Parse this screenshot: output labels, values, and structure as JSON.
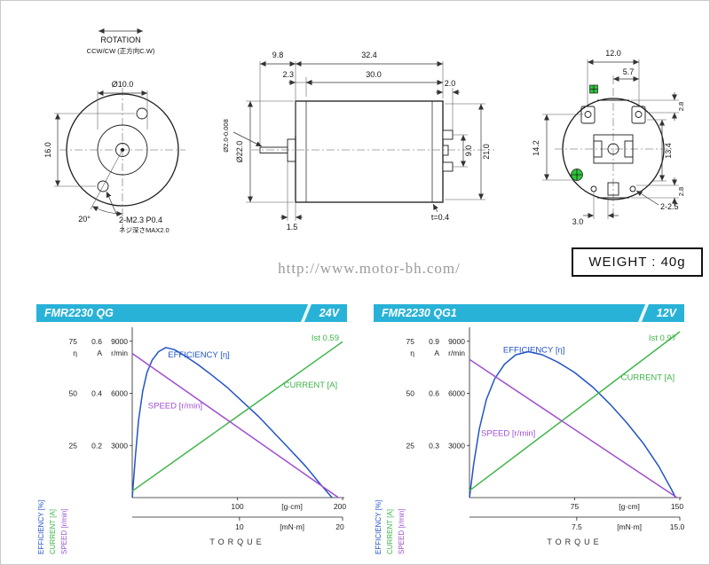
{
  "page": {
    "watermark": "http://www.motor-bh.com/",
    "weight": "WEIGHT : 40g"
  },
  "front_view": {
    "rotation_title": "ROTATION",
    "rotation_sub": "CCW/CW (正方向C.W)",
    "dia_boss": "Ø10.0",
    "hole_span": "16.0",
    "hole_angle": "20°",
    "screw_note_line1": "2-M2.3 P0.4",
    "screw_note_line2": "ネジ深さMAX2.0"
  },
  "side_view": {
    "shaft_ext": "9.8",
    "body_len": "32.4",
    "boss_len": "2.3",
    "case_len": "30.0",
    "terminal_len": "2.0",
    "dia_body": "Ø22.0",
    "dia_shaft": "Ø2.0-0.008",
    "terminal_span": "9.0",
    "flat_height": "21.0",
    "cap_thickness": "t=0.4",
    "shaft_step": "1.5"
  },
  "rear_view": {
    "dim_12": "12.0",
    "dim_57": "5.7",
    "dim_28_top": "2.8",
    "dim_142": "14.2",
    "dim_134": "13.4",
    "dim_28_bottom": "2.8",
    "dim_holes": "2-2.5",
    "dim_3": "3.0"
  },
  "chart_data": [
    {
      "type": "line",
      "title": "FMR2230 QG",
      "voltage": "24V",
      "header_color": "#29b2d7",
      "stall_current_label": "Ist 0.59",
      "x_axis": {
        "title": "TORQUE",
        "xmax": 200,
        "gcm_ticks": [
          "100",
          "200"
        ],
        "gcm_unit": "[g·cm]",
        "mnm_ticks": [
          "10",
          "20"
        ],
        "mnm_unit": "[mN·m]"
      },
      "y_axes": {
        "eta": {
          "name": "η",
          "side_label": "EFFICIENCY [%]",
          "color": "#2253c6",
          "ticks": [
            "75",
            "50",
            "25"
          ],
          "max": 80
        },
        "amp": {
          "name": "A",
          "side_label": "CURRENT [A]",
          "color": "#3fb549",
          "ticks": [
            "0.6",
            "0.4",
            "0.2"
          ],
          "max": 0.64
        },
        "rpm": {
          "name": "r/min",
          "side_label": "SPEED [r/min]",
          "color": "#9f4fd2",
          "ticks": [
            "9000",
            "6000",
            "3000"
          ],
          "tick_values": [
            9000,
            6000,
            3000
          ],
          "max": 9600
        }
      },
      "series": [
        {
          "name": "EFFICIENCY [η]",
          "axis": "eta",
          "color": "#2253c6",
          "points": [
            [
              0,
              0
            ],
            [
              3,
              20
            ],
            [
              6,
              37
            ],
            [
              10,
              51
            ],
            [
              14,
              60
            ],
            [
              19,
              66
            ],
            [
              25,
              70
            ],
            [
              32,
              72
            ],
            [
              40,
              71
            ],
            [
              50,
              68
            ],
            [
              62,
              64
            ],
            [
              75,
              59
            ],
            [
              90,
              53
            ],
            [
              105,
              46
            ],
            [
              120,
              39
            ],
            [
              135,
              31
            ],
            [
              150,
              23
            ],
            [
              165,
              15
            ],
            [
              178,
              7
            ],
            [
              190,
              0
            ]
          ]
        },
        {
          "name": "CURRENT [A]",
          "axis": "amp",
          "color": "#3fb549",
          "points": [
            [
              0,
              0.025
            ],
            [
              200,
              0.598
            ]
          ]
        },
        {
          "name": "SPEED [r/min]",
          "axis": "rpm",
          "color": "#9f4fd2",
          "points": [
            [
              0,
              8300
            ],
            [
              196,
              0
            ]
          ]
        }
      ]
    },
    {
      "type": "line",
      "title": "FMR2230 QG1",
      "voltage": "12V",
      "header_color": "#29b2d7",
      "stall_current_label": "Ist 0.97",
      "x_axis": {
        "title": "TORQUE",
        "xmax": 150,
        "gcm_ticks": [
          "75",
          "150"
        ],
        "gcm_unit": "[g·cm]",
        "mnm_ticks": [
          "7.5",
          "15.0"
        ],
        "mnm_unit": "[mN·m]"
      },
      "y_axes": {
        "eta": {
          "name": "η",
          "side_label": "EFFICIENCY [%]",
          "color": "#2253c6",
          "ticks": [
            "75",
            "50",
            "25"
          ],
          "max": 80
        },
        "amp": {
          "name": "A",
          "side_label": "CURRENT [A]",
          "color": "#3fb549",
          "ticks": [
            "0.9",
            "0.6",
            "0.3"
          ],
          "max": 0.96
        },
        "rpm": {
          "name": "r/min",
          "side_label": "SPEED [r/min]",
          "color": "#9f4fd2",
          "ticks": [
            "9000",
            "6000",
            "3000"
          ],
          "tick_values": [
            9000,
            6000,
            3000
          ],
          "max": 9600
        }
      },
      "series": [
        {
          "name": "EFFICIENCY [η]",
          "axis": "eta",
          "color": "#2253c6",
          "points": [
            [
              0,
              0
            ],
            [
              3,
              16
            ],
            [
              7,
              33
            ],
            [
              12,
              47
            ],
            [
              18,
              57
            ],
            [
              25,
              64
            ],
            [
              33,
              68.5
            ],
            [
              42,
              70
            ],
            [
              52,
              68.5
            ],
            [
              63,
              65
            ],
            [
              75,
              60
            ],
            [
              88,
              53
            ],
            [
              100,
              45
            ],
            [
              112,
              36
            ],
            [
              124,
              26
            ],
            [
              135,
              15
            ],
            [
              144,
              4
            ],
            [
              147,
              0
            ]
          ]
        },
        {
          "name": "CURRENT [A]",
          "axis": "amp",
          "color": "#3fb549",
          "points": [
            [
              0,
              0.04
            ],
            [
              150,
              0.955
            ]
          ]
        },
        {
          "name": "SPEED [r/min]",
          "axis": "rpm",
          "color": "#9f4fd2",
          "points": [
            [
              0,
              7950
            ],
            [
              148,
              0
            ]
          ]
        }
      ]
    }
  ]
}
